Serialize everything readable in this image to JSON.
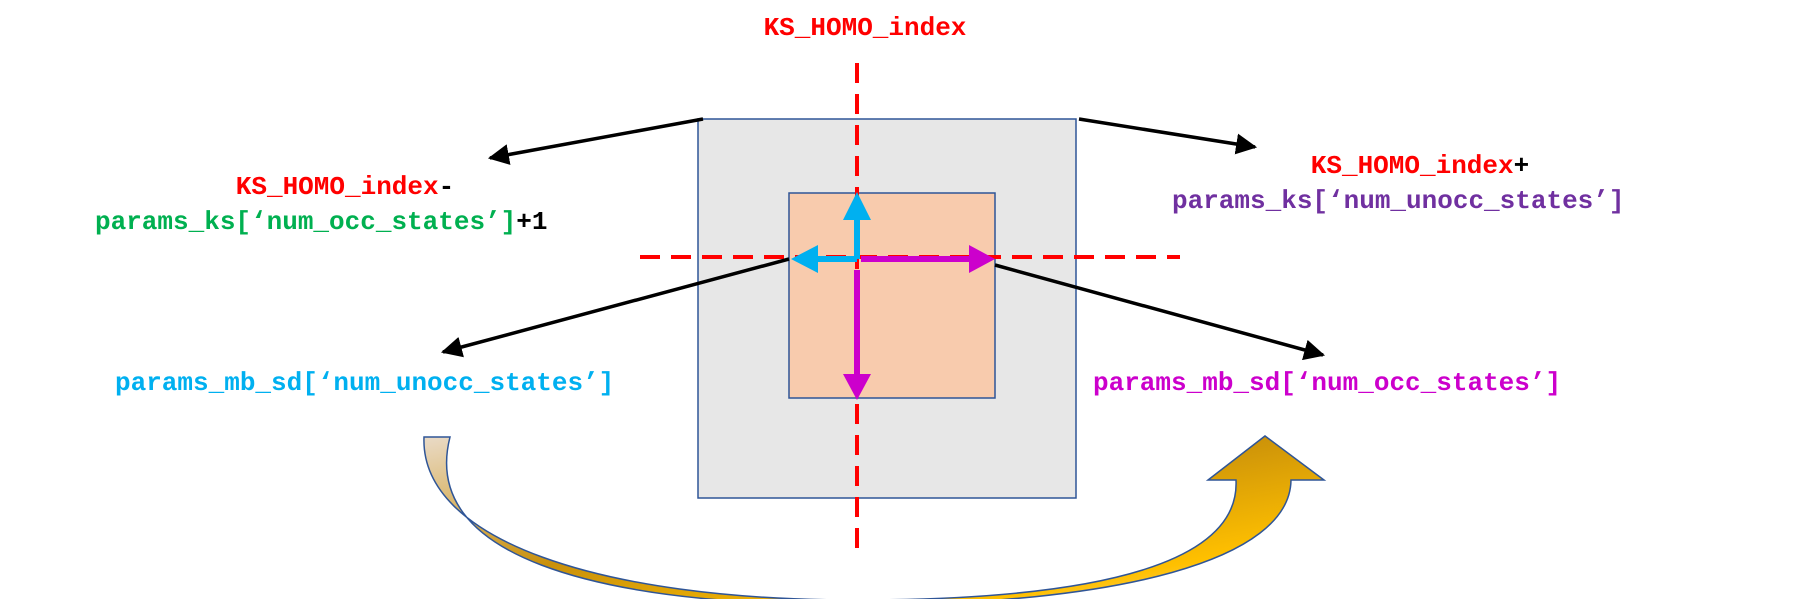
{
  "labels": {
    "top": "KS_HOMO_index",
    "upper_left_line1_var": "KS_HOMO_index",
    "upper_left_line1_op": "-",
    "upper_left_line2_var": "params_ks[‘num_occ_states’]",
    "upper_left_line2_suffix": "+1",
    "upper_right_line1_var": "KS_HOMO_index",
    "upper_right_line1_op": "+",
    "upper_right_line2_var": "params_ks[‘num_unocc_states’]",
    "lower_left": "params_mb_sd[‘num_unocc_states’]",
    "lower_right": "params_mb_sd[‘num_occ_states’]"
  },
  "colors": {
    "red": "#ff0000",
    "green": "#00b050",
    "purple": "#7030a0",
    "cyan": "#00b0f0",
    "magenta": "#cc00cc",
    "black": "#000000",
    "outer_box_fill": "#e7e7e7",
    "outer_box_stroke": "#2f5597",
    "inner_box_fill": "#f8cbad",
    "inner_box_stroke": "#2f5597",
    "curved_arrow_light": "#f8dcc4",
    "curved_arrow_dark": "#c9900a"
  },
  "icons": {
    "cyan_up_arrow": "arrow-up-icon",
    "cyan_left_arrow": "arrow-left-icon",
    "magenta_right_arrow": "arrow-right-icon",
    "magenta_down_arrow": "arrow-down-icon",
    "curved_arrow": "curved-arrow-icon"
  }
}
